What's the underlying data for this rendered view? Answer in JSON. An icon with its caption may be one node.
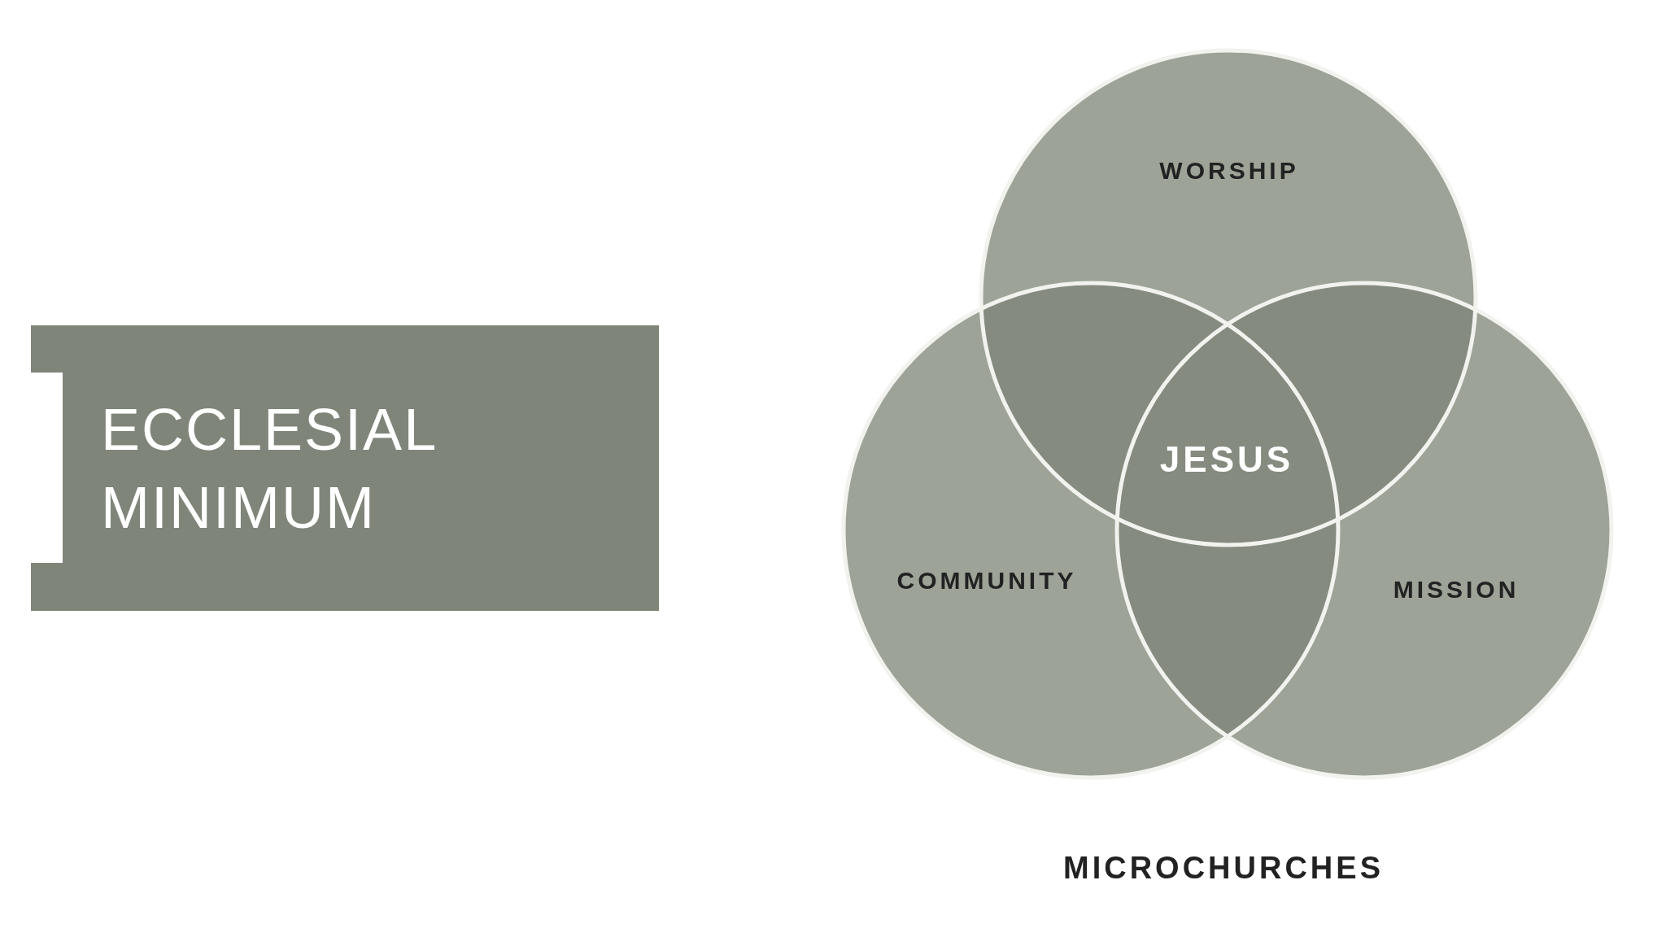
{
  "diagram": {
    "caption": "MICROCHURCHES",
    "nodes": [
      {
        "text": [
          "ECCLESIAL MINIMUM"
        ]
      },
      {
        "text": [
          "WORSHIP"
        ]
      },
      {
        "text": [
          "COMMUNITY"
        ]
      },
      {
        "text": [
          "MISSION"
        ]
      },
      {
        "text": [
          "JESUS"
        ]
      }
    ]
  }
}
